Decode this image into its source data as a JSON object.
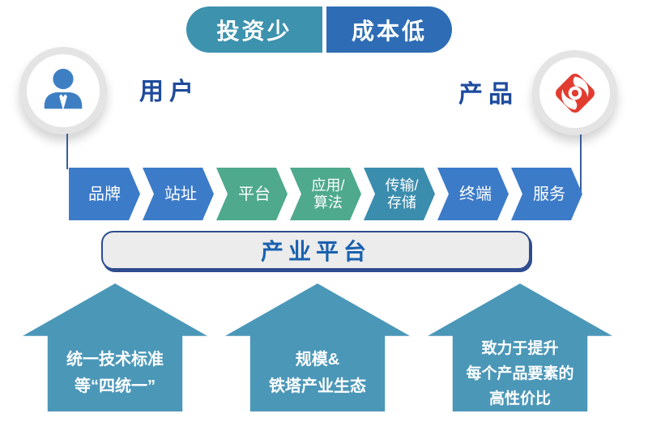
{
  "top_banner": {
    "left_label": "投资少",
    "right_label": "成本低"
  },
  "left_node": {
    "label": "用户",
    "icon": "user-icon"
  },
  "right_node": {
    "label": "产品",
    "icon": "china-tower-logo-icon"
  },
  "chain": {
    "segments": [
      {
        "label": "品牌",
        "color": "#3C7BC8"
      },
      {
        "label": "站址",
        "color": "#3C7BC8"
      },
      {
        "label": "平台",
        "color": "#4FA98D"
      },
      {
        "label": "应用/\n算法",
        "color": "#4FA98D"
      },
      {
        "label": "传输/\n存储",
        "color": "#3B8DAE"
      },
      {
        "label": "终端",
        "color": "#3C7BC8"
      },
      {
        "label": "服务",
        "color": "#3C7BC8"
      }
    ]
  },
  "platform_bar": {
    "label": "产业平台"
  },
  "arrows": [
    {
      "line1": "统一技术标准",
      "line2": "等“四统一”",
      "line3": ""
    },
    {
      "line1": "规模&",
      "line2": "铁塔产业生态",
      "line3": ""
    },
    {
      "line1": "致力于提升",
      "line2": "每个产品要素的",
      "line3": "高性价比"
    }
  ],
  "colors": {
    "pill_left": "#3D92AE",
    "pill_right": "#2E6DB5",
    "arrow_fill": "#4B97B8",
    "navy_text": "#1E4B9D",
    "platform_text": "#1A61AE",
    "connector_line": "#3A5D9A",
    "logo_red": "#E23C30",
    "person_blue": "#3E7FC4"
  }
}
